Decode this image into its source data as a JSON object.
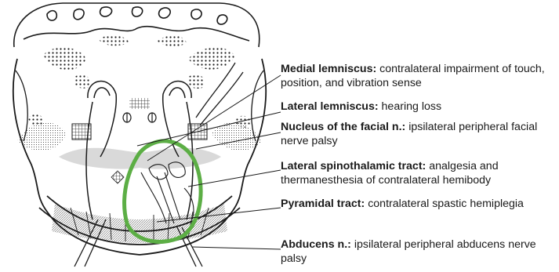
{
  "labels": [
    {
      "term": "Medial lemniscus:",
      "desc": "contralateral impairment of touch, position, and vibration sense"
    },
    {
      "term": "Lateral lemniscus:",
      "desc": "hearing loss"
    },
    {
      "term": "Nucleus of the facial n.:",
      "desc": "ipsilateral peripheral facial nerve palsy"
    },
    {
      "term": "Lateral spinothalamic tract:",
      "desc": "analgesia and thermanesthesia of contralateral hemibody"
    },
    {
      "term": "Pyramidal tract:",
      "desc": "contralateral spastic hemiplegia"
    },
    {
      "term": "Abducens n.:",
      "desc": "ipsilateral peripheral abducens nerve palsy"
    }
  ],
  "colors": {
    "lesion": "#5cae45",
    "ink": "#1a1a1a",
    "gray_area": "#d9d9d9"
  }
}
